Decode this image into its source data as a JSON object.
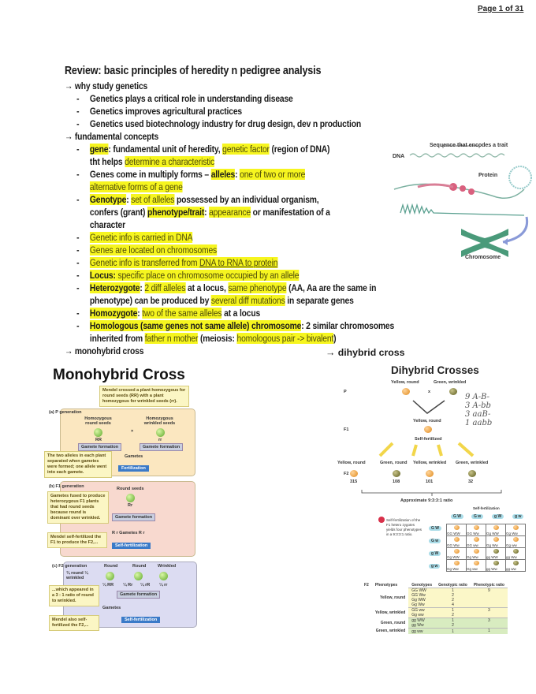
{
  "page_number": "Page 1 of 31",
  "notes": {
    "title": "Review: basic principles of heredity n pedigree analysis",
    "lines": [
      {
        "level": 0,
        "segs": [
          {
            "t": "→ why study genetics"
          }
        ]
      },
      {
        "level": 1,
        "segs": [
          {
            "t": "Genetics plays a critical role in understanding disease"
          }
        ]
      },
      {
        "level": 1,
        "segs": [
          {
            "t": "Genetics improves agricultural practices"
          }
        ]
      },
      {
        "level": 1,
        "segs": [
          {
            "t": "Genetics used biotechnology industry for drug design, dev n production"
          }
        ]
      },
      {
        "level": 0,
        "segs": [
          {
            "t": "→ fundamental concepts"
          }
        ]
      },
      {
        "level": 1,
        "segs": [
          {
            "t": "gene",
            "h": 1
          },
          {
            "t": ": fundamental unit of heredity, "
          },
          {
            "t": "genetic factor",
            "h": 1,
            "d": 1
          },
          {
            "t": " (region of DNA)"
          }
        ]
      },
      {
        "level": 2,
        "segs": [
          {
            "t": "tht helps "
          },
          {
            "t": "determine a characteristic",
            "h": 1,
            "d": 1
          }
        ]
      },
      {
        "level": 1,
        "segs": [
          {
            "t": "Genes come in multiply forms – "
          },
          {
            "t": "alleles",
            "h": 1
          },
          {
            "t": ": "
          },
          {
            "t": "one of two or more",
            "h": 1,
            "d": 1
          }
        ]
      },
      {
        "level": 2,
        "segs": [
          {
            "t": "alternative forms of a gene",
            "h": 1,
            "d": 1
          }
        ]
      },
      {
        "level": 1,
        "segs": [
          {
            "t": "Genotype",
            "h": 1
          },
          {
            "t": ": "
          },
          {
            "t": "set of alleles",
            "h": 1,
            "d": 1
          },
          {
            "t": " possessed by an individual organism,"
          }
        ]
      },
      {
        "level": 2,
        "segs": [
          {
            "t": "confers (grant) "
          },
          {
            "t": "phenotype/trait",
            "h": 1
          },
          {
            "t": ": "
          },
          {
            "t": "appearance",
            "h": 1,
            "d": 1
          },
          {
            "t": " or manifestation of a"
          }
        ]
      },
      {
        "level": 2,
        "segs": [
          {
            "t": "character"
          }
        ]
      },
      {
        "level": 1,
        "segs": [
          {
            "t": "Genetic info is carried in DNA",
            "h": 1,
            "d": 1
          }
        ]
      },
      {
        "level": 1,
        "segs": [
          {
            "t": "Genes are located on chromosomes",
            "h": 1,
            "d": 1
          }
        ]
      },
      {
        "level": 1,
        "segs": [
          {
            "t": "Genetic info is transferred from ",
            "h": 1,
            "d": 1
          },
          {
            "t": "DNA to RNA to protein",
            "h": 1,
            "d": 1,
            "u": 1
          }
        ]
      },
      {
        "level": 1,
        "segs": [
          {
            "t": "Locus:",
            "h": 1
          },
          {
            "t": " specific place on chromosome occupied by an allele",
            "h": 1,
            "d": 1
          }
        ]
      },
      {
        "level": 1,
        "segs": [
          {
            "t": "Heterozygote",
            "h": 1
          },
          {
            "t": ": "
          },
          {
            "t": "2 diff alleles",
            "h": 1,
            "d": 1
          },
          {
            "t": " at a locus, "
          },
          {
            "t": "same phenotype",
            "h": 1,
            "d": 1
          },
          {
            "t": " (AA, Aa are the same in"
          }
        ]
      },
      {
        "level": 2,
        "segs": [
          {
            "t": "phenotype) can be produced by "
          },
          {
            "t": "several diff mutations",
            "h": 1,
            "d": 1
          },
          {
            "t": " in separate genes"
          }
        ]
      },
      {
        "level": 1,
        "segs": [
          {
            "t": "Homozygote",
            "h": 1
          },
          {
            "t": ": "
          },
          {
            "t": "two of the same alleles",
            "h": 1,
            "d": 1
          },
          {
            "t": " at a locus"
          }
        ]
      },
      {
        "level": 1,
        "segs": [
          {
            "t": "Homologous (same genes not same allele) chromosome",
            "h": 1
          },
          {
            "t": ": 2 similar chromosomes"
          }
        ]
      },
      {
        "level": 2,
        "segs": [
          {
            "t": "inherited from "
          },
          {
            "t": "father n mother",
            "h": 1,
            "d": 1
          },
          {
            "t": " (meiosis: "
          },
          {
            "t": "homologous pair -> bivalent",
            "h": 1,
            "d": 1
          },
          {
            "t": ")"
          }
        ]
      },
      {
        "level": 0,
        "segs": [
          {
            "t": "→ monohybrid cross"
          }
        ]
      }
    ],
    "dihybrid_heading": "→ dihybrid cross"
  },
  "dna_figure": {
    "sequence_label": "Sequence that encodes a trait",
    "dna_label": "DNA",
    "protein_label": "Protein",
    "chromosome_label": "Chromosome"
  },
  "monohybrid": {
    "title": "Monohybrid Cross",
    "callout1": "Mendel crossed a plant homozygous for round seeds (RR) with a plant homozygous for wrinkled seeds (rr).",
    "p_gen": "(a) P generation",
    "homo_round": "Homozygous round seeds",
    "homo_wrinkled": "Homozygous wrinkled seeds",
    "RR": "RR",
    "rr": "rr",
    "cross": "×",
    "gamete_formation": "Gamete formation",
    "gametes": "Gametes",
    "fertilization": "Fertilization",
    "callout2": "The two alleles in each plant separated when gametes were formed; one allele went into each gamete.",
    "f1_gen": "(b) F1 generation",
    "round_seeds": "Round seeds",
    "Rr": "Rr",
    "callout3": "Gametes fused to produce heterozygous F1 plants that had round seeds because round is dominant over wrinkled.",
    "callout4": "Mendel self-fertilized the F1 to produce the F2,...",
    "self_fert": "Self-fertilization",
    "f1_gametes": "R r  Gametes  R r",
    "f2_gen": "(c) F2 generation",
    "f2_ratio": "¾ round ¼ wrinkled",
    "f2_cols": [
      "Round",
      "Round",
      "Wrinkled"
    ],
    "f2_geno": [
      "¼ RR",
      "¼ Rr",
      "¼ rR",
      "¼ rr"
    ],
    "callout5": "...which appeared in a 3 : 1 ratio of round to wrinkled.",
    "callout6": "Mendel also self-fertilized the F2,..."
  },
  "dihybrid": {
    "title": "Dihybrid Crosses",
    "P": "P",
    "F1": "F1",
    "F2": "F2",
    "x": "x",
    "p_parents": [
      "Yellow, round",
      "Green, wrinkled"
    ],
    "f1_label": "Yellow, round",
    "self_fertilized": "Self-fertilized",
    "f2_phenotypes": [
      "Yellow, round",
      "Green, round",
      "Yellow, wrinkled",
      "Green, wrinkled"
    ],
    "f2_counts": [
      "315",
      "108",
      "101",
      "32"
    ],
    "ratio_label": "Approximate 9:3:3:1 ratio",
    "handwritten": [
      "9 A-B-",
      "3 A-bb",
      "3 aaB-",
      "1 aabb"
    ],
    "callout": "Self-fertilization of the F1 hetero zygotes yields four phenotypes in a 9:3:3:1 ratio.",
    "self_fertilization": "Self-fertilization",
    "gametes": [
      "G W",
      "G w",
      "g W",
      "g w"
    ],
    "punnett": [
      [
        "GG WW",
        "GG Ww",
        "Gg WW",
        "Gg Ww"
      ],
      [
        "GG Ww",
        "GG ww",
        "Gg Ww",
        "Gg ww"
      ],
      [
        "Gg WW",
        "Gg Ww",
        "gg WW",
        "gg Ww"
      ],
      [
        "Gg Ww",
        "Gg ww",
        "gg Ww",
        "gg ww"
      ]
    ],
    "table_headers": [
      "F2",
      "Phenotypes",
      "Genotypes",
      "Genotypic ratio",
      "Phenotypic ratio"
    ],
    "table_rows": [
      {
        "phenotype": "Yellow, round",
        "genotypes": [
          "GG WW",
          "GG Ww",
          "Gg WW",
          "Gg Ww"
        ],
        "geno_ratio": [
          "1",
          "2",
          "2",
          "4"
        ],
        "pheno_ratio": "9"
      },
      {
        "phenotype": "Yellow, wrinkled",
        "genotypes": [
          "GG ww",
          "Gg ww"
        ],
        "geno_ratio": [
          "1",
          "2"
        ],
        "pheno_ratio": "3"
      },
      {
        "phenotype": "Green, round",
        "genotypes": [
          "gg WW",
          "gg Ww"
        ],
        "geno_ratio": [
          "1",
          "2"
        ],
        "pheno_ratio": "3"
      },
      {
        "phenotype": "Green, wrinkled",
        "genotypes": [
          "gg ww"
        ],
        "geno_ratio": [
          "1"
        ],
        "pheno_ratio": "1"
      }
    ]
  },
  "colors": {
    "highlight": "#f6f51f",
    "definition_text": "#4d4a0a",
    "fertilization_box": "#3a7ac8"
  }
}
